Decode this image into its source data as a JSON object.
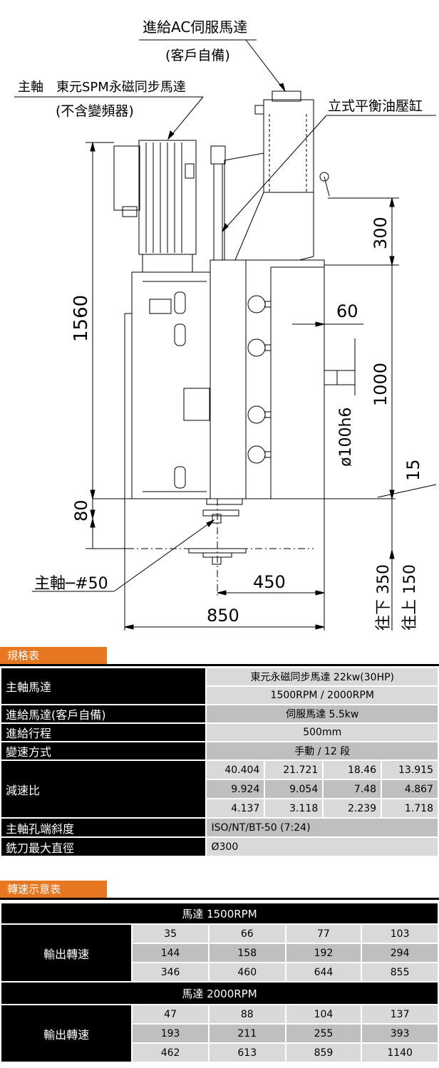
{
  "drawing": {
    "feed_motor_label": "進給AC伺服馬達",
    "feed_motor_note": "(客戶自備)",
    "spindle_motor_label": "主軸　東元SPM永磁同步馬達",
    "spindle_motor_note": "(不含變頻器)",
    "cylinder_label": "立式平衡油壓缸",
    "dim_1560": "1560",
    "dim_300": "300",
    "dim_60": "60",
    "dim_1000": "1000",
    "dim_dia": "ø100h6",
    "dim_15": "15",
    "dim_80": "80",
    "spindle_taper_label": "主軸─#50",
    "dim_450": "450",
    "dim_850": "850",
    "stroke_down": "往下 350",
    "stroke_up": "往上 150"
  },
  "spec": {
    "title": "規格表",
    "motor_label": "主軸馬達",
    "motor_value_1": "東元永磁同步馬達  22kw(30HP)",
    "motor_value_2": "1500RPM / 2000RPM",
    "feed_motor_label": "進給馬達(客戶自備)",
    "feed_motor_value": "伺服馬達  5.5kw",
    "stroke_label": "進給行程",
    "stroke_value": "500mm",
    "speed_label": "變速方式",
    "speed_value": "手動  / 12 段",
    "ratio_label": "減速比",
    "ratios": [
      [
        "40.404",
        "21.721",
        "18.46",
        "13.915"
      ],
      [
        "9.924",
        "9.054",
        "7.48",
        "4.867"
      ],
      [
        "4.137",
        "3.118",
        "2.239",
        "1.718"
      ]
    ],
    "taper_label": "主軸孔端斜度",
    "taper_value": "ISO/NT/BT-50 (7:24)",
    "cutter_label": "銑刀最大直徑",
    "cutter_value": "Ø300"
  },
  "speed": {
    "title": "轉速示意表",
    "motor1_header": "馬達  1500RPM",
    "motor1_label": "輸出轉速",
    "motor1_rows": [
      [
        "35",
        "66",
        "77",
        "103"
      ],
      [
        "144",
        "158",
        "192",
        "294"
      ],
      [
        "346",
        "460",
        "644",
        "855"
      ]
    ],
    "motor2_header": "馬達  2000RPM",
    "motor2_label": "輸出轉速",
    "motor2_rows": [
      [
        "47",
        "88",
        "104",
        "137"
      ],
      [
        "193",
        "211",
        "255",
        "393"
      ],
      [
        "462",
        "613",
        "859",
        "1140"
      ]
    ]
  },
  "colors": {
    "accent": "#e87722",
    "header_bg": "#000000",
    "cell_light": "#d9d9d9",
    "cell_dark": "#bfbfbf"
  }
}
